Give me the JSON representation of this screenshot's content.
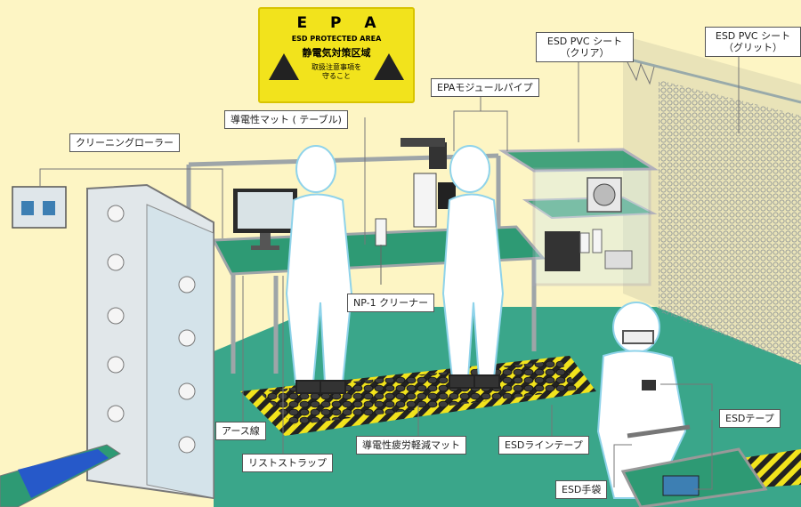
{
  "sign": {
    "title": "E P A",
    "line1": "ESD PROTECTED AREA",
    "line2": "静電気対策区域",
    "line3": "取扱注意事項を",
    "line4": "守ること"
  },
  "labels": {
    "pvc_clear_1": "ESD PVC シート",
    "pvc_clear_2": "（クリア）",
    "pvc_grid_1": "ESD PVC シート",
    "pvc_grid_2": "（グリット）",
    "module_pipe": "EPAモジュールパイプ",
    "table_mat": "導電性マット ( テーブル)",
    "roller": "クリーニングローラー",
    "np1": "NP-1 クリーナー",
    "earth": "アース線",
    "wrist": "リストストラップ",
    "fatigue_mat": "導電性疲労軽減マット",
    "line_tape": "ESDラインテープ",
    "esd_tape": "ESDテープ",
    "gloves": "ESD手袋"
  },
  "colors": {
    "wall": "#fdf5c4",
    "floor": "#3aa68a",
    "mat_green": "#2e9a74",
    "frame": "#bfc6c9",
    "suit": "#ffffff",
    "suit_outline": "#8fd3ea",
    "sign_yellow": "#f2e31c"
  }
}
